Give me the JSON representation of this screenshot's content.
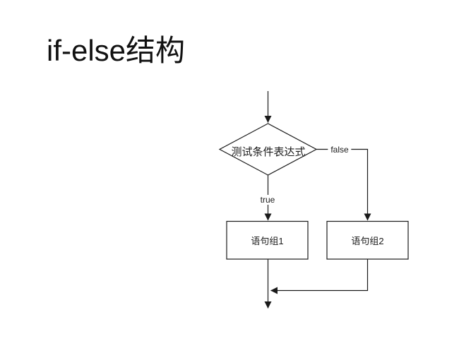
{
  "title": "if-else结构",
  "diagram": {
    "condition_label": "测试条件表达式",
    "true_label": "true",
    "false_label": "false",
    "box1_label": "语句组1",
    "box2_label": "语句组2"
  },
  "colors": {
    "background": "#ffffff",
    "line": "#1a1a1a",
    "text": "#1a1a1a"
  }
}
